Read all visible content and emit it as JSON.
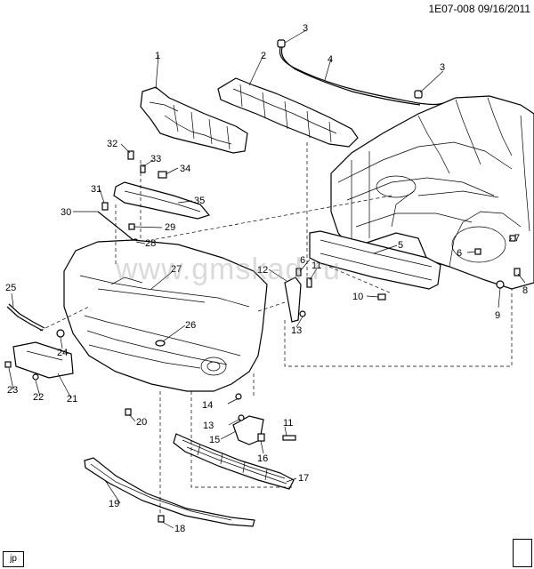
{
  "header": {
    "doc_id": "1E07-008 09/16/2011"
  },
  "footer": {
    "corner_tag": "jp"
  },
  "watermark": "www.gmskad.ru",
  "callouts": [
    "1",
    "2",
    "3",
    "3",
    "4",
    "5",
    "6",
    "6",
    "7",
    "8",
    "9",
    "10",
    "11",
    "11",
    "12",
    "13",
    "13",
    "14",
    "15",
    "16",
    "17",
    "18",
    "19",
    "20",
    "21",
    "22",
    "23",
    "24",
    "25",
    "26",
    "27",
    "28",
    "29",
    "30",
    "31",
    "32",
    "33",
    "34",
    "35"
  ]
}
